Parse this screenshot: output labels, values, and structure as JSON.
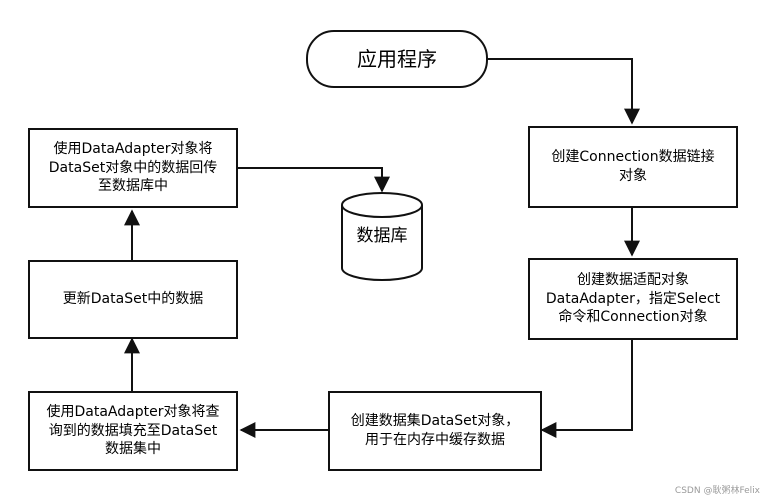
{
  "nodes": {
    "app": "应用程序",
    "create_connection": "创建Connection数据链接\n对象",
    "create_adapter": "创建数据适配对象\nDataAdapter，指定Select\n命令和Connection对象",
    "create_dataset": "创建数据集DataSet对象，\n用于在内存中缓存数据",
    "fill_dataset": "使用DataAdapter对象将查\n询到的数据填充至DataSet\n数据集中",
    "update_dataset": "更新DataSet中的数据",
    "write_back": "使用DataAdapter对象将\nDataSet对象中的数据回传\n至数据库中",
    "database": "数据库"
  },
  "watermark": "CSDN @耿粥林Felix"
}
